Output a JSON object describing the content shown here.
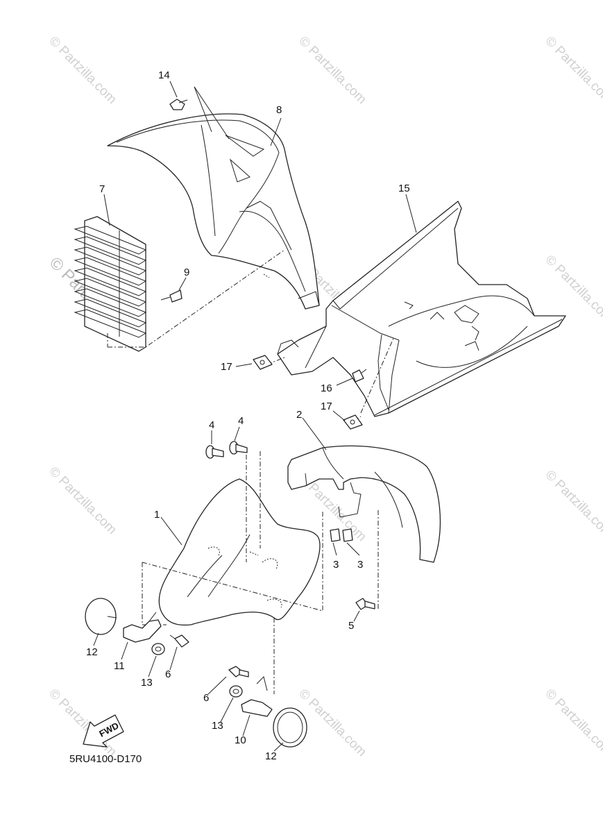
{
  "watermark": "© Partzilla.com",
  "diagram_code": "5RU4100-D170",
  "fwd_label": "FWD",
  "callouts": {
    "c1": "1",
    "c2": "2",
    "c3a": "3",
    "c3b": "3",
    "c4a": "4",
    "c4b": "4",
    "c5": "5",
    "c6a": "6",
    "c6b": "6",
    "c7": "7",
    "c8": "8",
    "c9": "9",
    "c10": "10",
    "c11": "11",
    "c12a": "12",
    "c12b": "12",
    "c13a": "13",
    "c13b": "13",
    "c14": "14",
    "c15": "15",
    "c16": "16",
    "c17a": "17",
    "c17b": "17"
  }
}
